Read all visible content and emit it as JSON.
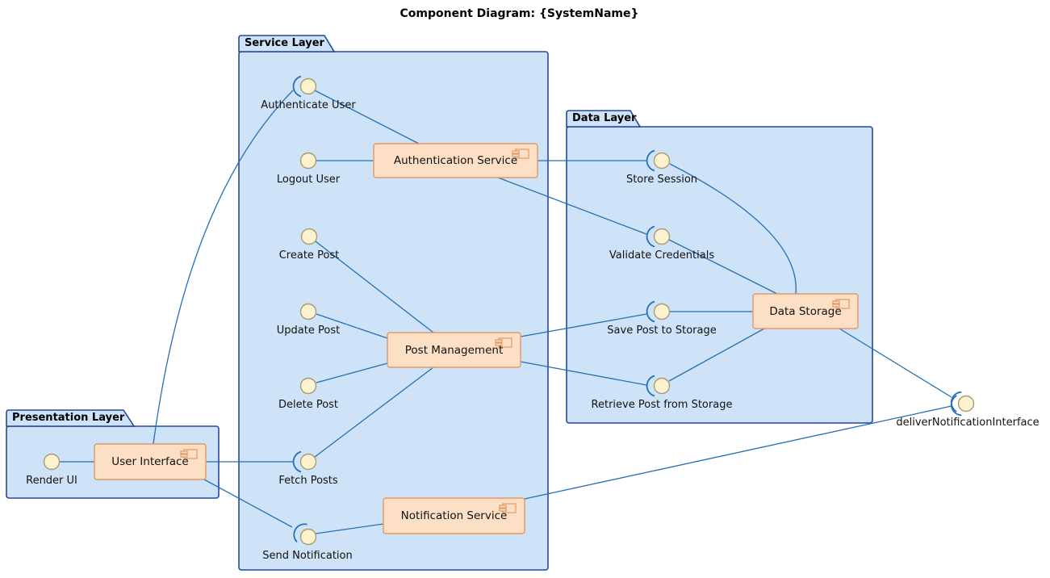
{
  "title": "Component Diagram: {SystemName}",
  "packages": [
    {
      "name": "Service Layer"
    },
    {
      "name": "Data Layer"
    },
    {
      "name": "Presentation Layer"
    }
  ],
  "components": [
    {
      "name": "Authentication Service"
    },
    {
      "name": "Post Management"
    },
    {
      "name": "Notification Service"
    },
    {
      "name": "Data Storage"
    },
    {
      "name": "User Interface"
    }
  ],
  "interfaces": [
    {
      "label": "Authenticate User"
    },
    {
      "label": "Logout User"
    },
    {
      "label": "Create Post"
    },
    {
      "label": "Update Post"
    },
    {
      "label": "Delete Post"
    },
    {
      "label": "Fetch Posts"
    },
    {
      "label": "Send Notification"
    },
    {
      "label": "Store Session"
    },
    {
      "label": "Validate Credentials"
    },
    {
      "label": "Save Post to Storage"
    },
    {
      "label": "Retrieve Post from Storage"
    },
    {
      "label": "Render UI"
    },
    {
      "label": "deliverNotificationInterface"
    }
  ],
  "colors": {
    "package_fill": "#cfe3f8",
    "package_border": "#24489b",
    "component_fill": "#fcdfc5",
    "component_border": "#e09a66",
    "interface_fill": "#fcf2cf",
    "interface_border": "#a79b72",
    "connector": "#2470b4",
    "text": "#111111"
  }
}
